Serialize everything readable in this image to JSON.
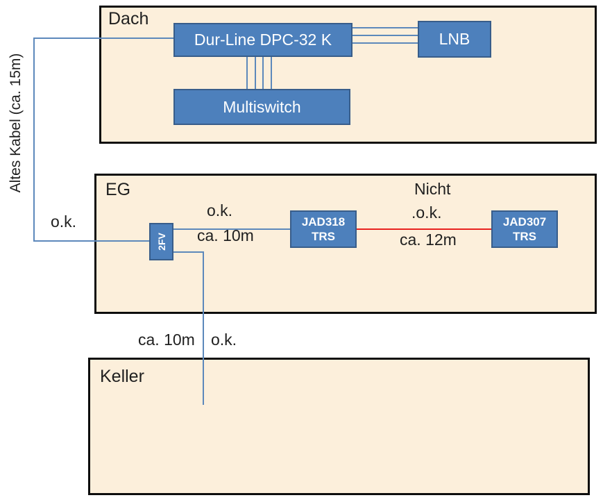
{
  "diagram": {
    "colors": {
      "panel_fill": "#fcefdb",
      "panel_border": "#0d0d0d",
      "node_fill": "#4d80bc",
      "node_border": "#385d8a",
      "node_text": "#ffffff",
      "cable_blue": "#5c88bb",
      "cable_red": "#e8211d",
      "label_text": "#1f1f1f"
    },
    "sections": {
      "dach": {
        "label": "Dach"
      },
      "eg": {
        "label": "EG"
      },
      "keller": {
        "label": "Keller"
      }
    },
    "nodes": {
      "durline": {
        "label": "Dur-Line DPC-32 K"
      },
      "lnb": {
        "label": "LNB"
      },
      "multiswitch": {
        "label": "Multiswitch"
      },
      "splitter_2fv": {
        "label": "2FV"
      },
      "jad318": {
        "line1": "JAD318",
        "line2": "TRS"
      },
      "jad307": {
        "line1": "JAD307",
        "line2": "TRS"
      }
    },
    "cable_labels": {
      "altes_kabel": "Altes Kabel (ca. 15m)",
      "ok_left": "o.k.",
      "eg_ok": "o.k.",
      "eg_length": "ca. 10m",
      "nicht": "Nicht",
      "nicht_ok": ".o.k.",
      "nicht_length": "ca. 12m",
      "keller_length": "ca. 10m",
      "keller_ok": "o.k."
    }
  }
}
